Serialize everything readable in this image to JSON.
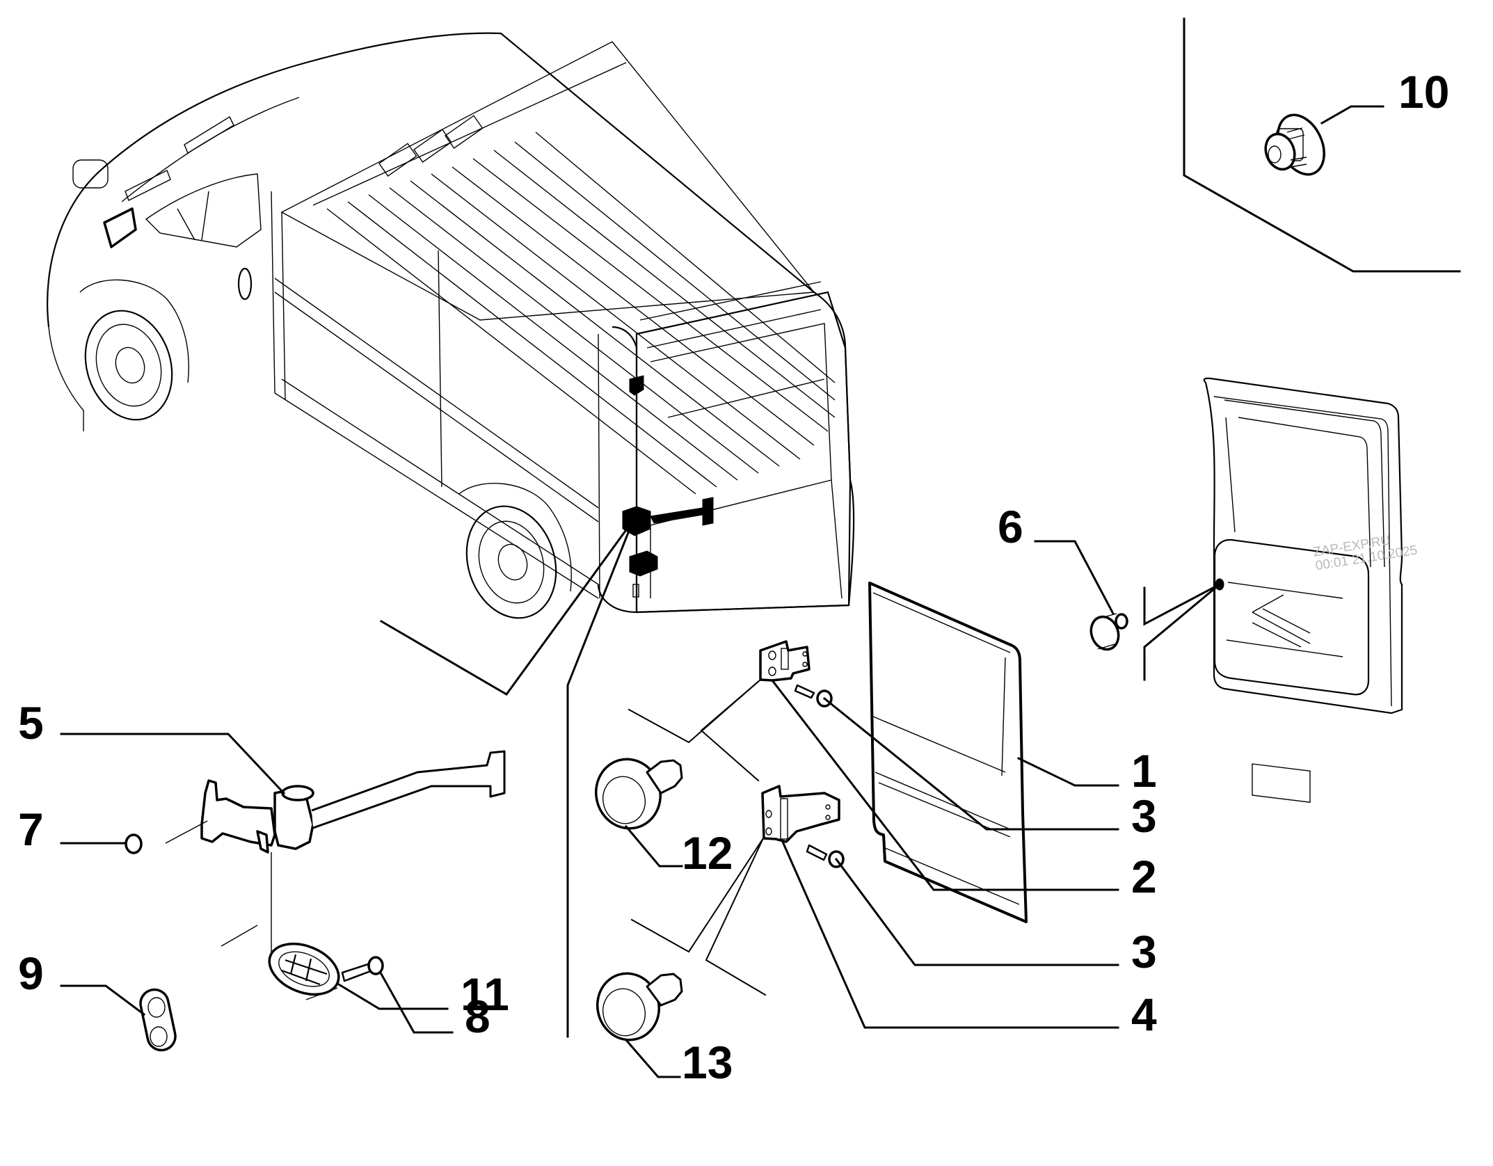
{
  "diagram": {
    "title": "Rear door hinges and check strap - parts diagram",
    "watermark": {
      "line1": "ZAP-EXP.RU",
      "line2": "00:01 21.10.2025"
    },
    "callouts": [
      {
        "id": "1",
        "label": "1",
        "part": "rear-door-panel"
      },
      {
        "id": "2",
        "label": "2",
        "part": "upper-hinge"
      },
      {
        "id": "3a",
        "label": "3",
        "part": "upper-hinge-bolt"
      },
      {
        "id": "3b",
        "label": "3",
        "part": "lower-hinge-bolt"
      },
      {
        "id": "4",
        "label": "4",
        "part": "lower-hinge"
      },
      {
        "id": "5",
        "label": "5",
        "part": "door-check-strap"
      },
      {
        "id": "6",
        "label": "6",
        "part": "door-buffer"
      },
      {
        "id": "7",
        "label": "7",
        "part": "nut"
      },
      {
        "id": "8",
        "label": "8",
        "part": "screw"
      },
      {
        "id": "9",
        "label": "9",
        "part": "gasket"
      },
      {
        "id": "10",
        "label": "10",
        "part": "plug"
      },
      {
        "id": "11",
        "label": "11",
        "part": "grommet"
      },
      {
        "id": "12",
        "label": "12",
        "part": "upper-bumper-stop"
      },
      {
        "id": "13",
        "label": "13",
        "part": "lower-bumper-stop"
      }
    ]
  }
}
